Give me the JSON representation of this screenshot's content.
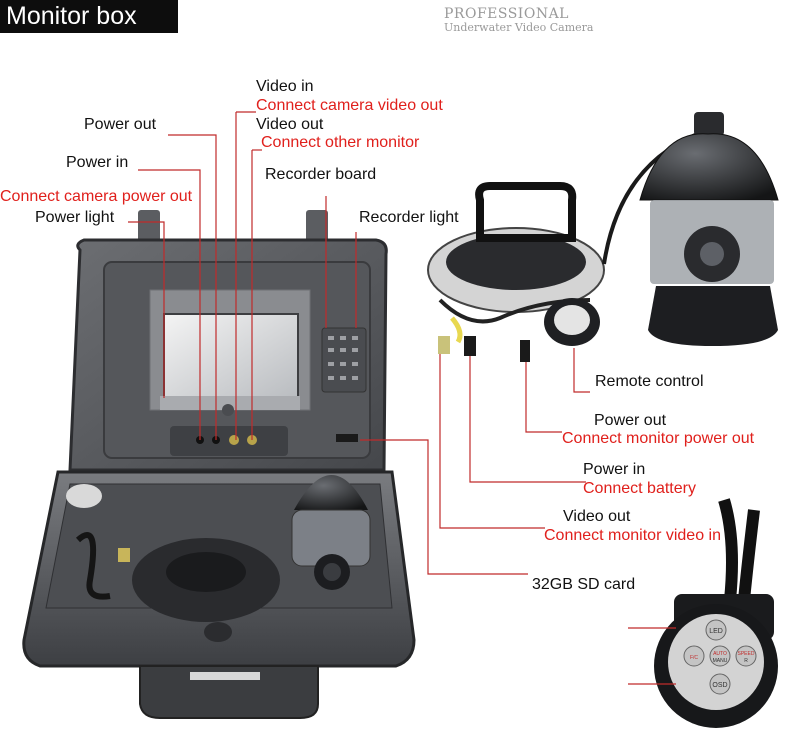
{
  "title": "Monitor box",
  "brand": {
    "line1": "PROFESSIONAL",
    "line2": "Underwater Video Camera"
  },
  "labels": {
    "video_in": "Video in",
    "video_in_note": "Connect camera video out",
    "power_out": "Power out",
    "video_out": "Video out",
    "video_out_note": "Connect other monitor",
    "power_in": "Power in",
    "recorder_board": "Recorder board",
    "power_in_note": "Connect camera power out",
    "power_light": "Power light",
    "recorder_light": "Recorder light",
    "remote_control": "Remote control",
    "cable_power_out": "Power out",
    "cable_power_out_note": "Connect monitor power out",
    "cable_power_in": "Power in",
    "cable_power_in_note": "Connect battery",
    "cable_video_out": "Video out",
    "cable_video_out_note": "Connect monitor video in",
    "sd_card": "32GB SD card"
  },
  "remote_buttons": {
    "led": "LED",
    "focus": "F/C",
    "auto": "AUTO",
    "manu": "MANU",
    "speed": "SPEED",
    "speed_sub": "R",
    "osd": "OSD"
  },
  "colors": {
    "accent_red": "#e0201c",
    "leader_line": "#c02b2b",
    "case_gray": "#5a5c60"
  }
}
